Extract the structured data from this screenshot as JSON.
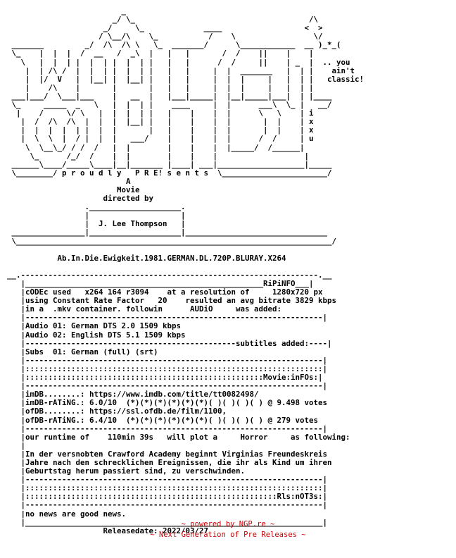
{
  "nfo_text": "                         _\n                       _/ \\_                                      /\\\n                     _/     \\_             ____                  <  >\n                    / \\__/\\    \\_           /    \\                 \\/ \n _______         _/  /\\  /\\ \\   \\_  _______/      \\____________  __ )_*_(\n \\_    |  |  |  /  __   /  _\\  |   |   |       /  /    ||    |    |      \n   \\   |  |  | |  |  | |  |  | |   |   |      /  /     ||    | _  |  .. you\n    |  | /\\ /  |  |  | |  |  | |   |   |     |  |  _______   |  | |    ain't\n    |  |/  V   |  |__| |  |__| |   |   |     |  |  |     |   |  | |   classic!\n    |    /\\    |       |       |   |   |     |  |  |     |   |  | |\n ___|___/  \\___|___    |   __  |   |___|_____|  |__|_____|___|  | |____\n \\_     _____  _   \\   |  |  | |    ____     |  |      ___\\  \\_ |   __/\n  |    /     \\/ \\   |  |  |  | |   |    |    |  |      \\   \\    | i\n   |  /  /\\  /\\  |  |  |  |__| |   |    |    |  |       |  |    | x\n   |  |  |  |  | |  |  |       |   |    |    |  |       |  |    | x\n   |  \\  \\  |  / |  |  |   ___/    |    |    |  |      /  /     | u\n    \\  \\__\\_/ / /  /   |  |        |    |    |  |_____/  /______|\n     \\_      /_/  /    |  |        |    |    |                   |\n ______\\____/_____\\____|__|_______ |____| ___|___________________|_____\n \\________/ p r o u d l y   P R E! s e n t s  \\_______________________/\n                          A\n                        Movie\n                     directed by\n                 .____________________.\n                 |                    |\n                 |  J. Lee Thompson   |\n ________________|____________________|_______________________________\n \\_____________________________________________________________________/\n\n           Ab.In.Die.Ewigkeit.1981.GERMAN.DL.720P.BLURAY.X264\n\n__.-----------------------------------------------------------------.__\n   |____________________________________________________RiPiNFO___|\n   |cODEc used   x264 164 r3094    at a resolution of     1280x720 px\n   |using Constant Rate Factor   20    resulted an avg bitrate 3829 kbps\n   |in a  .mkv container. followin      AUDiO     was added:\n   |-----------------------------------------------------------------|\n   |Audio 01: German DTS 2.0 1509 kbps\n   |Audio 02: English DTS 5.1 1509 kbps\n   |----------------------------------------------subtitles added:----|\n   |Subs  01: German (full) (srt)\n   |-----------------------------------------------------------------|\n   |:::::::::::::::::::::::::::::::::::::::::::::::::::::::::::::::::|\n   |::::::::::::::::::::::::::::::::::::::::::::::::::::Movie:inFOs:|\n   |-----------------------------------------------------------------|\n   |imDB........: https://www.imdb.com/title/tt0082498/\n   |imDB-rATiNG.: 6.0/10  (*)(*)(*)(*)(*)(*)( )( )( )( ) @ 9.498 votes\n   |ofDB........: https://ssl.ofdb.de/film/1100,\n   |ofDB-rATiNG.: 6.4/10  (*)(*)(*)(*)(*)(*)( )( )( )( ) @ 279 votes\n   |-----------------------------------------------------------------|\n   |our runtime of    110min 39s   will plot a     Horror     as following:\n   |\n   |In der versnobten Crawford Academy beginnt Virginias Freundeskreis\n   |Jahre nach den schrecklichen Ereignissen, die ihr als Kind um ihren\n   |Geburtstag herum passiert sind, zu verschwinden.\n   |-----------------------------------------------------------------|\n   |:::::::::::::::::::::::::::::::::::::::::::::::::::::::::::::::::|\n   |:::::::::::::::::::::::::::::::::::::::::::::::::::::::Rls:nOT3s:|\n   |-----------------------------------------------------------------|\n   |no news are good news.\n   |_________________________________________________________________|\n                     Releasedate: 2022/03/27",
  "footer": {
    "line1": "~ powered by NGP.re ~",
    "line2": "~ Next Generation of Pre Releases ~",
    "color": "#cc0000"
  }
}
